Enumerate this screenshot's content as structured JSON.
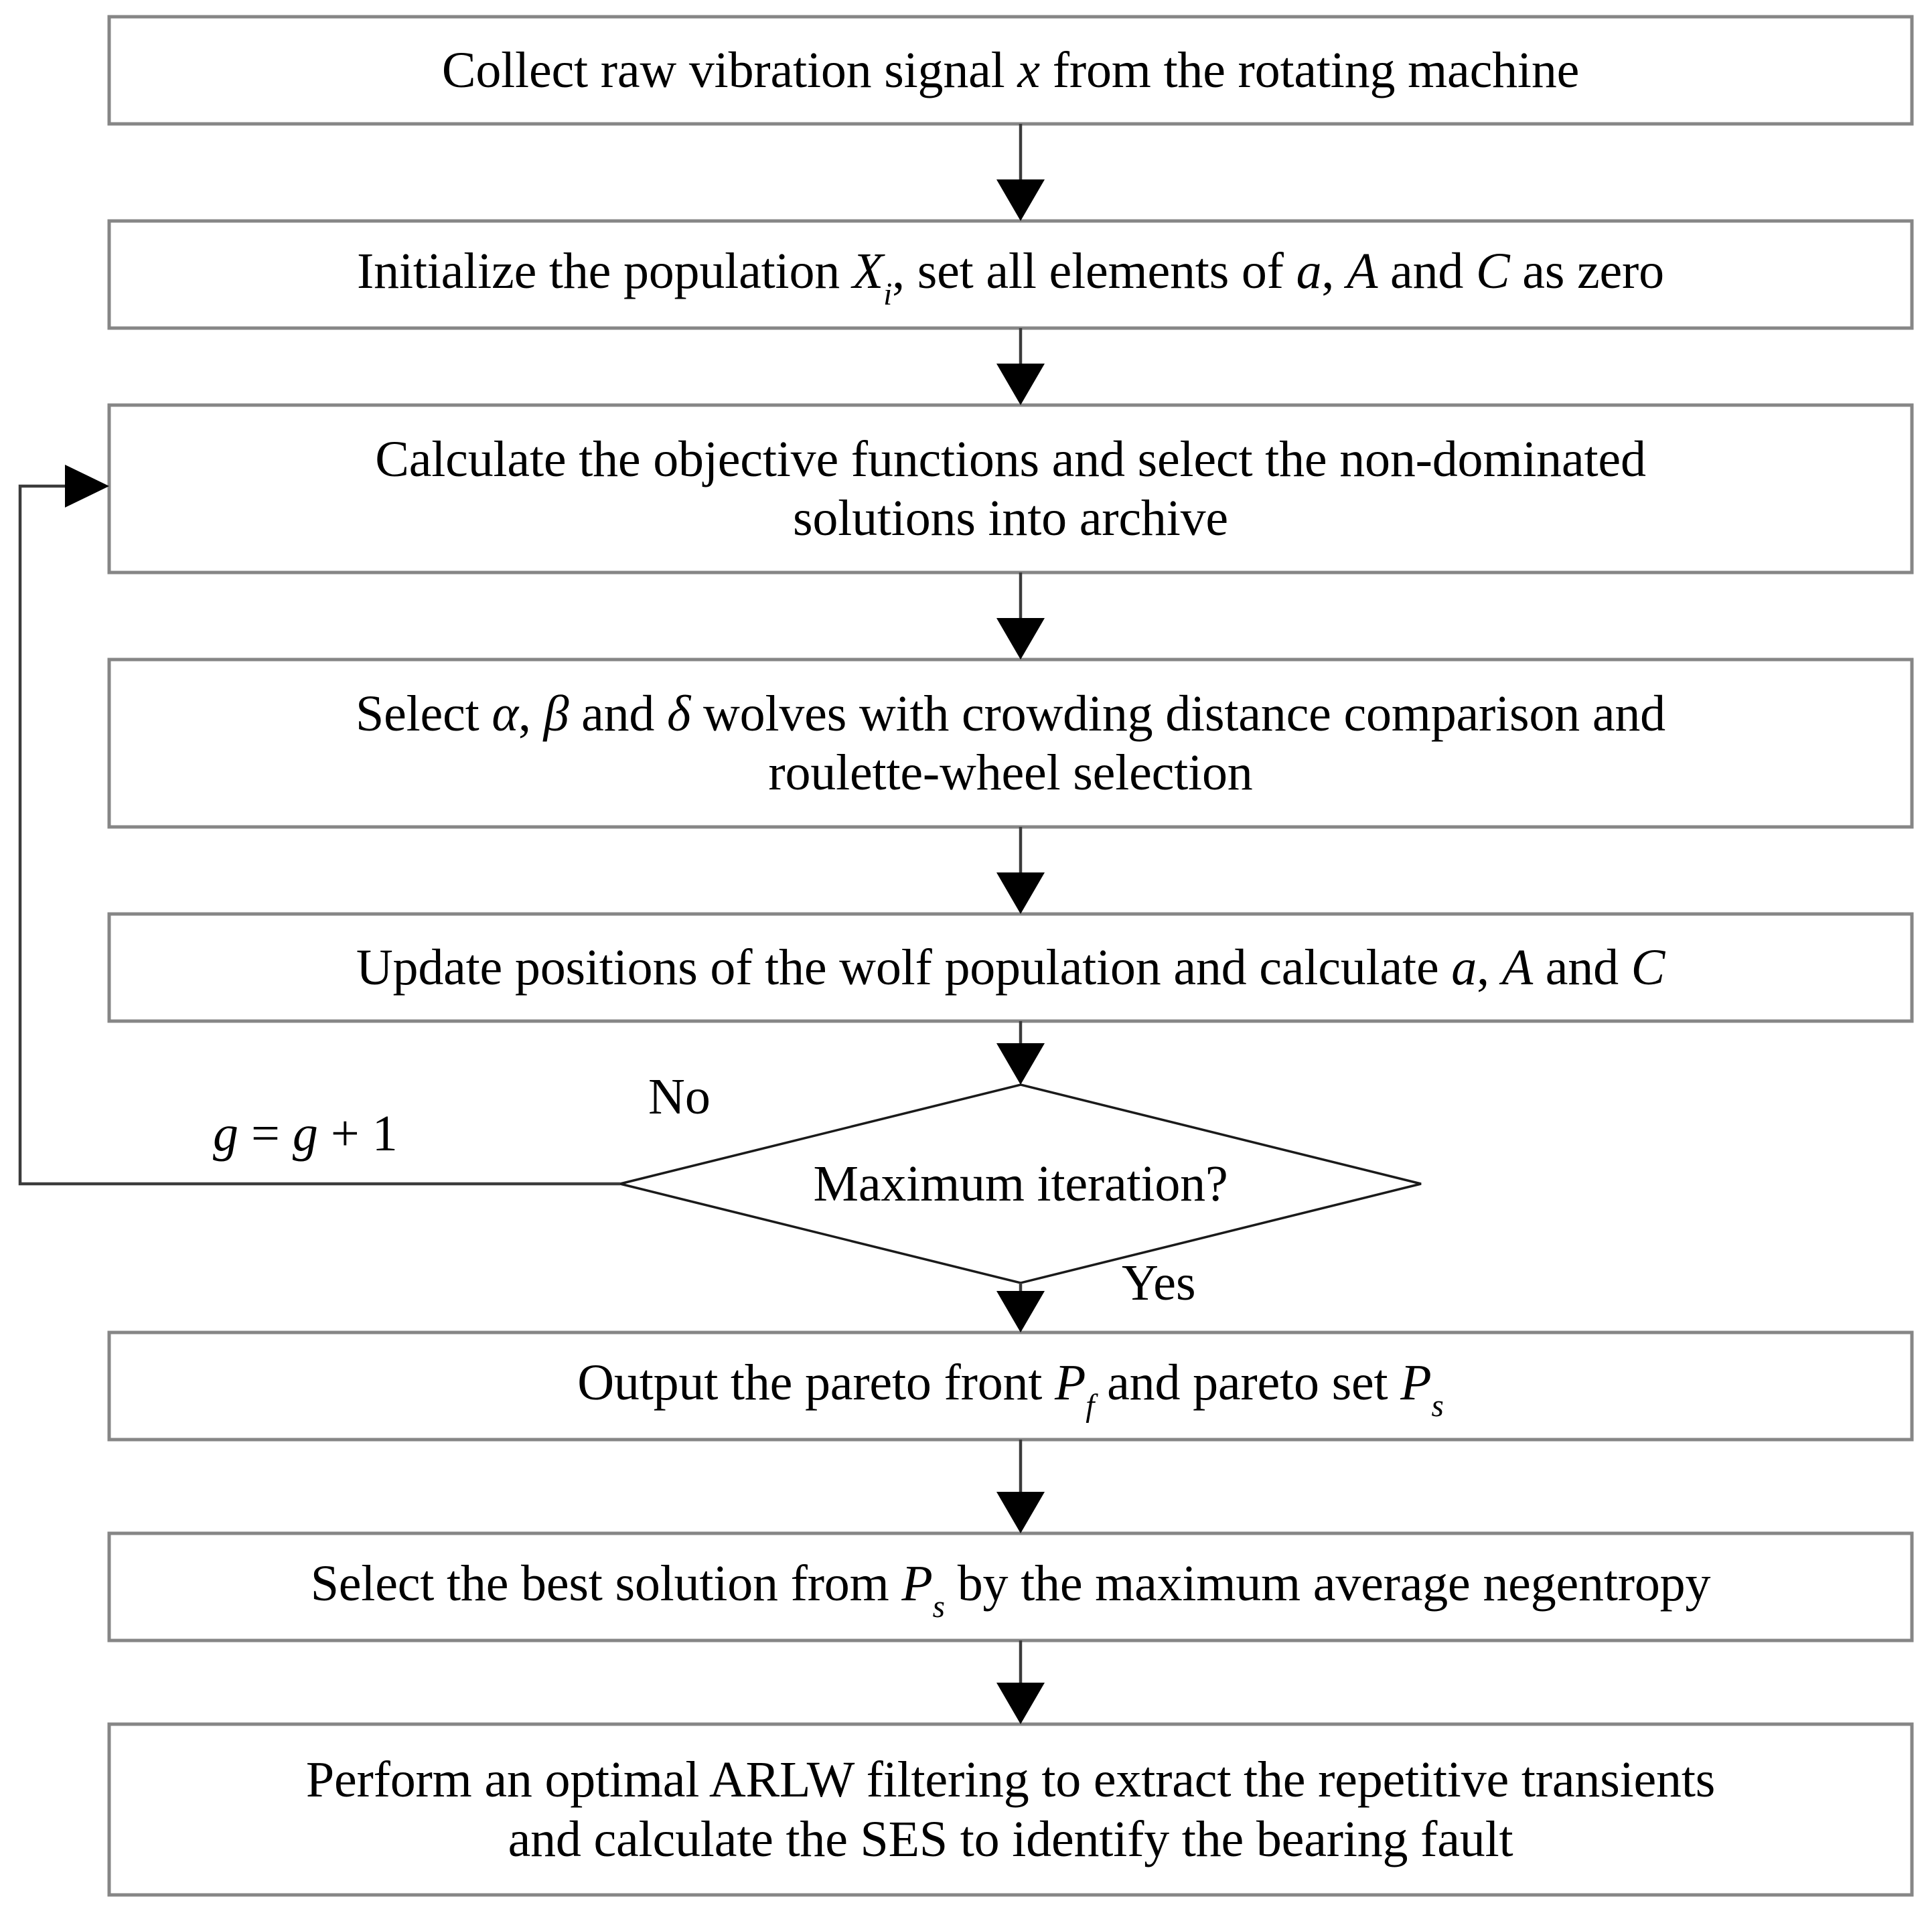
{
  "chart_data": {
    "type": "diagram",
    "diagram_kind": "flowchart",
    "title": "",
    "orientation": "top-to-bottom",
    "node_count": 9,
    "edge_count": 9
  },
  "colors": {
    "background": "#ffffff",
    "box_border": "#868686",
    "diamond_border": "#1a1a1a",
    "connector": "#3b3b3b",
    "text": "#000000"
  },
  "nodes": {
    "collect_signal": {
      "shape": "process",
      "line1_pre": "Collect raw vibration signal ",
      "line1_var": "x",
      "line1_post": " from the rotating machine"
    },
    "initialize_population": {
      "shape": "process",
      "seg1": "Initialize the population ",
      "var_X": "X",
      "sub_i": "i",
      "seg2": ", set all elements of ",
      "var_a": "a",
      "seg3": ", ",
      "var_A": "A",
      "seg4": " and ",
      "var_C": "C",
      "seg5": " as zero"
    },
    "calculate_objectives": {
      "shape": "process",
      "line1": "Calculate the objective functions and select the non-dominated",
      "line2": "solutions into archive"
    },
    "select_wolves": {
      "shape": "process",
      "seg1": "Select ",
      "var_alpha": "α",
      "seg2": ", ",
      "var_beta": "β",
      "seg3": " and ",
      "var_delta": "δ",
      "seg4": " wolves with crowding distance comparison and",
      "line2": "roulette-wheel selection"
    },
    "update_positions": {
      "shape": "process",
      "seg1": "Update positions of the wolf population and calculate ",
      "var_a": "a",
      "seg2": ", ",
      "var_A": "A",
      "seg3": " and ",
      "var_C": "C"
    },
    "max_iteration": {
      "shape": "decision",
      "label": "Maximum iteration?"
    },
    "output_pareto": {
      "shape": "process",
      "seg1": "Output the pareto front ",
      "var_P1": "P",
      "sub_f": "f",
      "seg2": " and pareto set ",
      "var_P2": "P",
      "sub_s": "s"
    },
    "select_best": {
      "shape": "process",
      "seg1": "Select the best solution from ",
      "var_P": "P",
      "sub_s": "s",
      "seg2": " by the maximum average negentropy"
    },
    "perform_filtering": {
      "shape": "process",
      "line1": "Perform an optimal ARLW filtering to extract the repetitive transients",
      "line2": "and calculate the SES to identify the bearing fault"
    }
  },
  "edge_labels": {
    "increment": {
      "var_g1": "g",
      "eq": " = ",
      "var_g2": "g",
      "plus": " + 1"
    },
    "no": "No",
    "yes": "Yes"
  }
}
